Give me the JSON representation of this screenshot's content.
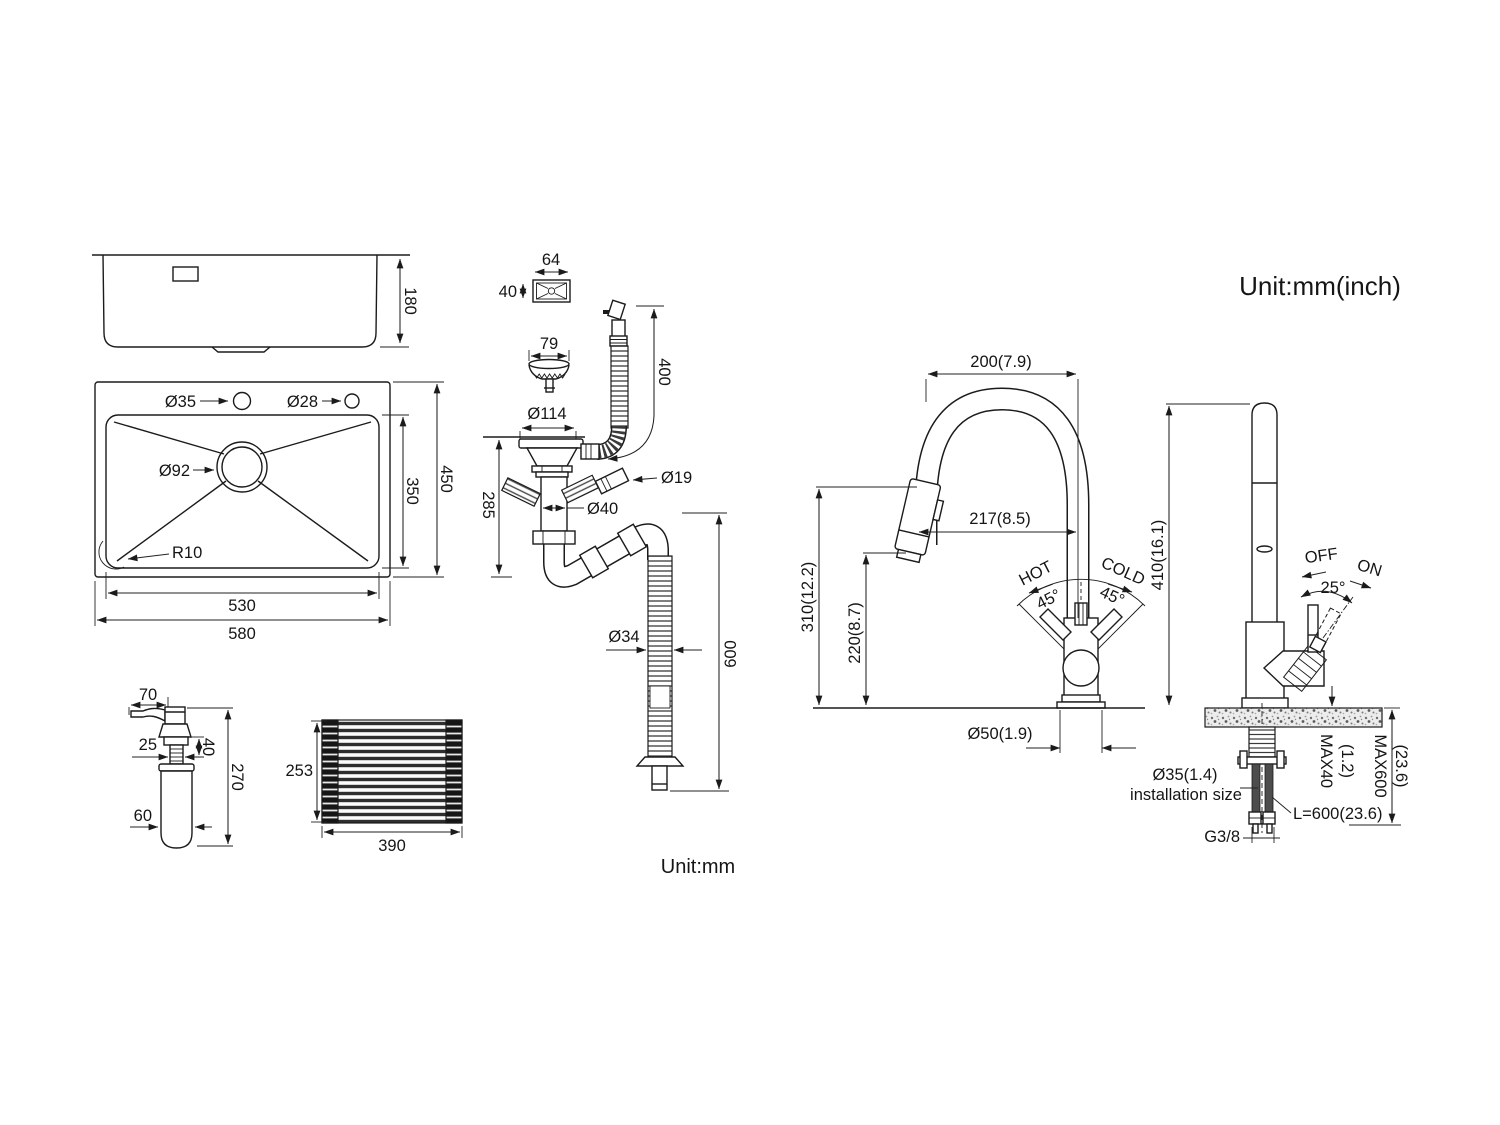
{
  "units": {
    "metric": "Unit:mm",
    "imperial": "Unit:mm(inch)"
  },
  "sink_side": {
    "height": "180"
  },
  "sink_top": {
    "hole_left": "Ø35",
    "hole_right": "Ø28",
    "drain": "Ø92",
    "corner_radius": "R10",
    "inner_width": "530",
    "outer_width": "580",
    "inner_depth": "350",
    "outer_depth": "450"
  },
  "dispenser": {
    "spout_reach": "70",
    "neck_width": "25",
    "collar_height": "40",
    "total_height": "270",
    "bottle_width": "60"
  },
  "mat": {
    "depth": "253",
    "width": "390"
  },
  "drain": {
    "overflow_width": "64",
    "overflow_height": "40",
    "strainer_width": "79",
    "flange_dia": "Ø114",
    "assembly_height": "285",
    "overflow_hose_len": "400",
    "overflow_hose_dia": "Ø19",
    "pipe_dia": "Ø40",
    "outlet_hose_dia": "Ø34",
    "outlet_hose_len": "600"
  },
  "faucet_side": {
    "spout_reach": "200(7.9)",
    "spray_reach": "217(8.5)",
    "height": "310(12.2)",
    "spout_height": "220(8.7)",
    "hot_label": "HOT",
    "hot_angle": "45°",
    "cold_label": "COLD",
    "cold_angle": "45°",
    "base_dia": "Ø50(1.9)"
  },
  "faucet_install": {
    "height": "410(16.1)",
    "off_label": "OFF",
    "on_label": "ON",
    "handle_angle": "25°",
    "counter_max": "MAX40",
    "counter_max_in": "(1.2)",
    "below_max": "MAX600",
    "below_max_in": "(23.6)",
    "hole_dia": "Ø35(1.4)",
    "hole_note": "installation size",
    "hose_len": "L=600(23.6)",
    "thread": "G3/8"
  }
}
